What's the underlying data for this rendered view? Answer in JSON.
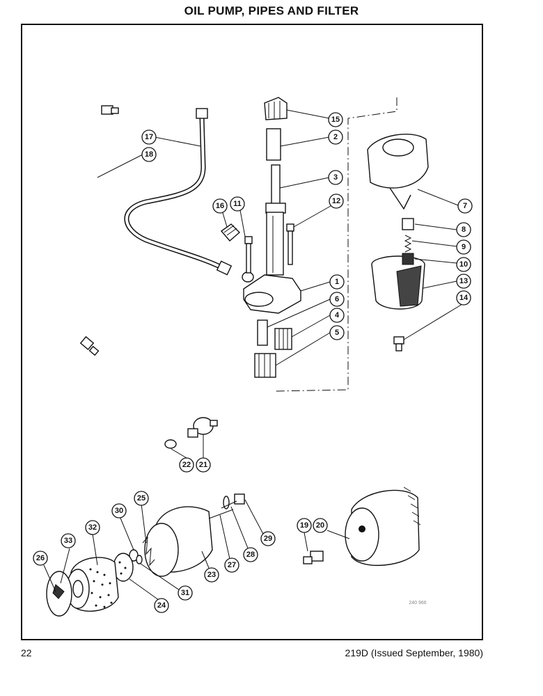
{
  "page": {
    "title": "OIL PUMP, PIPES AND FILTER",
    "page_number": "22",
    "issue": "219D (Issued September, 1980)",
    "image_code": "240 966"
  },
  "callouts": [
    {
      "id": "c15",
      "label": "15"
    },
    {
      "id": "c2",
      "label": "2"
    },
    {
      "id": "c3",
      "label": "3"
    },
    {
      "id": "c17",
      "label": "17"
    },
    {
      "id": "c18",
      "label": "18"
    },
    {
      "id": "c16",
      "label": "16"
    },
    {
      "id": "c11",
      "label": "11"
    },
    {
      "id": "c12",
      "label": "12"
    },
    {
      "id": "c7",
      "label": "7"
    },
    {
      "id": "c8",
      "label": "8"
    },
    {
      "id": "c9",
      "label": "9"
    },
    {
      "id": "c10",
      "label": "10"
    },
    {
      "id": "c13",
      "label": "13"
    },
    {
      "id": "c14",
      "label": "14"
    },
    {
      "id": "c1",
      "label": "1"
    },
    {
      "id": "c6",
      "label": "6"
    },
    {
      "id": "c4",
      "label": "4"
    },
    {
      "id": "c5",
      "label": "5"
    },
    {
      "id": "c22",
      "label": "22"
    },
    {
      "id": "c21",
      "label": "21"
    },
    {
      "id": "c25",
      "label": "25"
    },
    {
      "id": "c30",
      "label": "30"
    },
    {
      "id": "c32",
      "label": "32"
    },
    {
      "id": "c33",
      "label": "33"
    },
    {
      "id": "c26",
      "label": "26"
    },
    {
      "id": "c24",
      "label": "24"
    },
    {
      "id": "c31",
      "label": "31"
    },
    {
      "id": "c23",
      "label": "23"
    },
    {
      "id": "c27",
      "label": "27"
    },
    {
      "id": "c28",
      "label": "28"
    },
    {
      "id": "c29",
      "label": "29"
    },
    {
      "id": "c19",
      "label": "19"
    },
    {
      "id": "c20",
      "label": "20"
    }
  ]
}
